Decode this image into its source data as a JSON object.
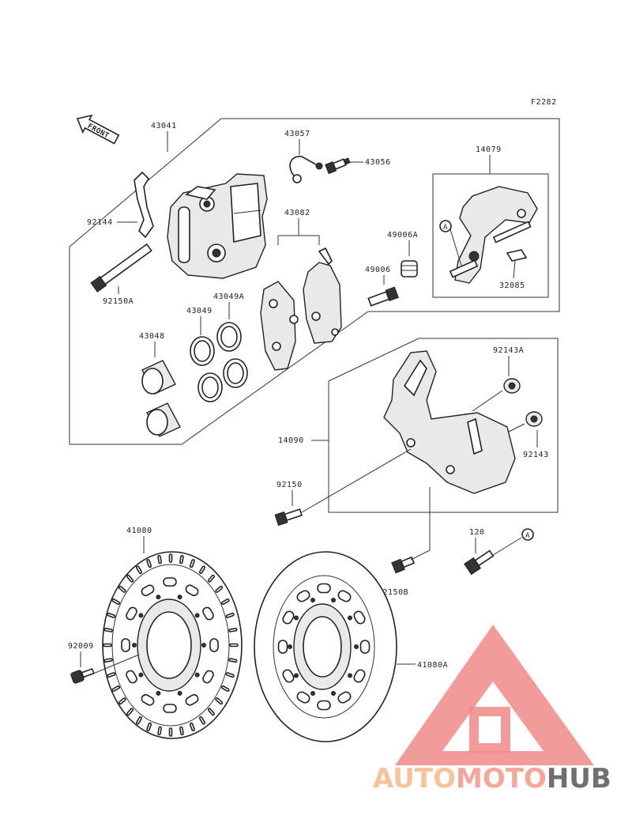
{
  "figure_code": "F2282",
  "front_label": "FRONT",
  "ref_marker": "A",
  "labels": {
    "p43041": "43041",
    "p43057": "43057",
    "p43056": "43056",
    "p14079": "14079",
    "p92144": "92144",
    "p43082": "43082",
    "p49006A": "49006A",
    "p49006": "49006",
    "p92150A": "92150A",
    "p43049A": "43049A",
    "p43049": "43049",
    "p32085": "32085",
    "p43048": "43048",
    "p92143A": "92143A",
    "p14090": "14090",
    "p92143": "92143",
    "p92150": "92150",
    "p41080": "41080",
    "p120": "120",
    "p92150B": "92150B",
    "p92009": "92009",
    "p41080A": "41080A"
  },
  "watermark": {
    "part1": "AUTO",
    "part2": "MOTO",
    "part3": "HUB",
    "colors": {
      "part1": "#f7c39a",
      "part2": "#f2a79a",
      "part3": "#707070",
      "triangle": "#f08a8a"
    }
  }
}
